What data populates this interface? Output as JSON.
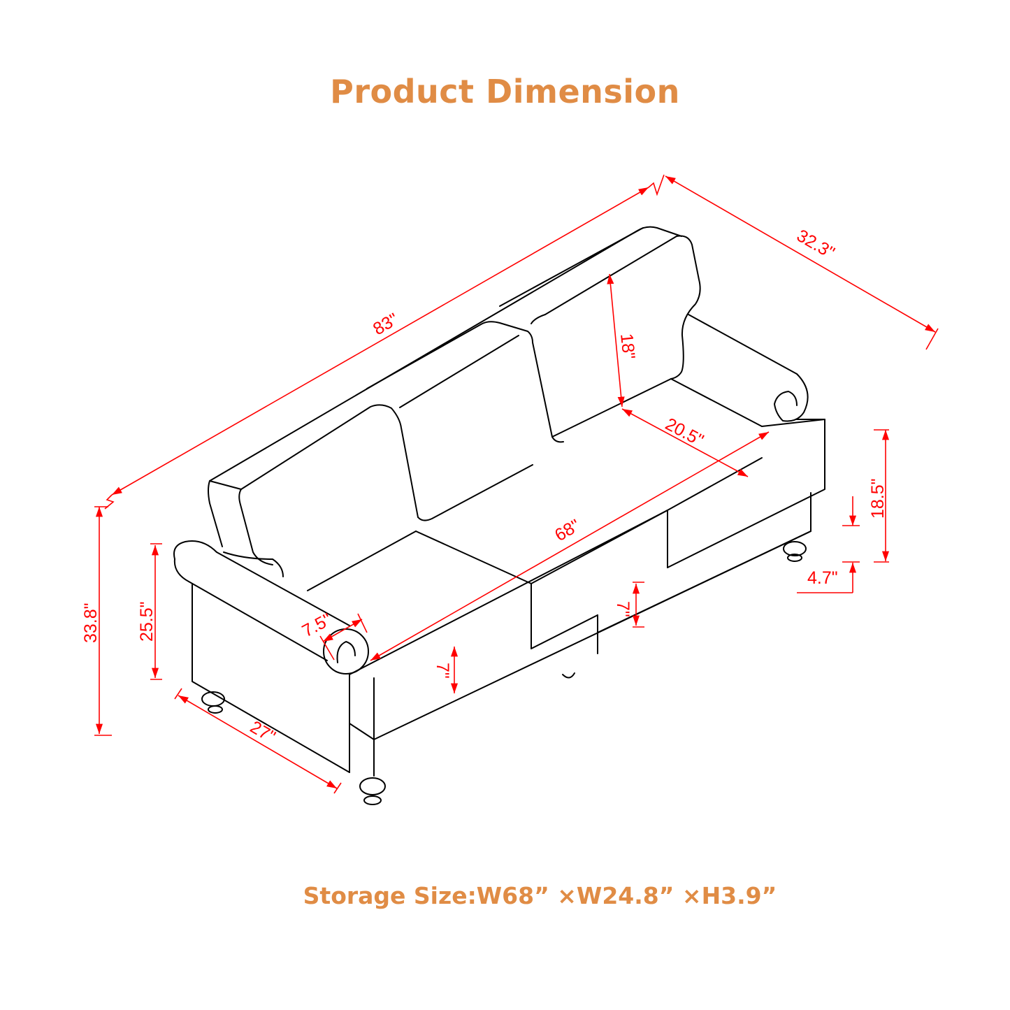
{
  "title": "Product Dimension",
  "storage_size": "Storage Size:W68” ×W24.8” ×H3.9”",
  "colors": {
    "title": "#e08c45",
    "dimension_lines": "#ff0000",
    "drawing_lines": "#000000",
    "background": "#ffffff"
  },
  "dimensions": {
    "overall_width": "83\"",
    "overall_depth": "32.3\"",
    "overall_height": "33.8\"",
    "arm_height": "25.5\"",
    "side_depth": "27\"",
    "seat_width": "68\"",
    "seat_depth": "20.5\"",
    "back_height": "18\"",
    "arm_width": "7.5\"",
    "cushion_thickness": "7\"",
    "storage_drawer_height": "7\"",
    "seat_height": "18.5\"",
    "leg_height": "4.7\""
  }
}
